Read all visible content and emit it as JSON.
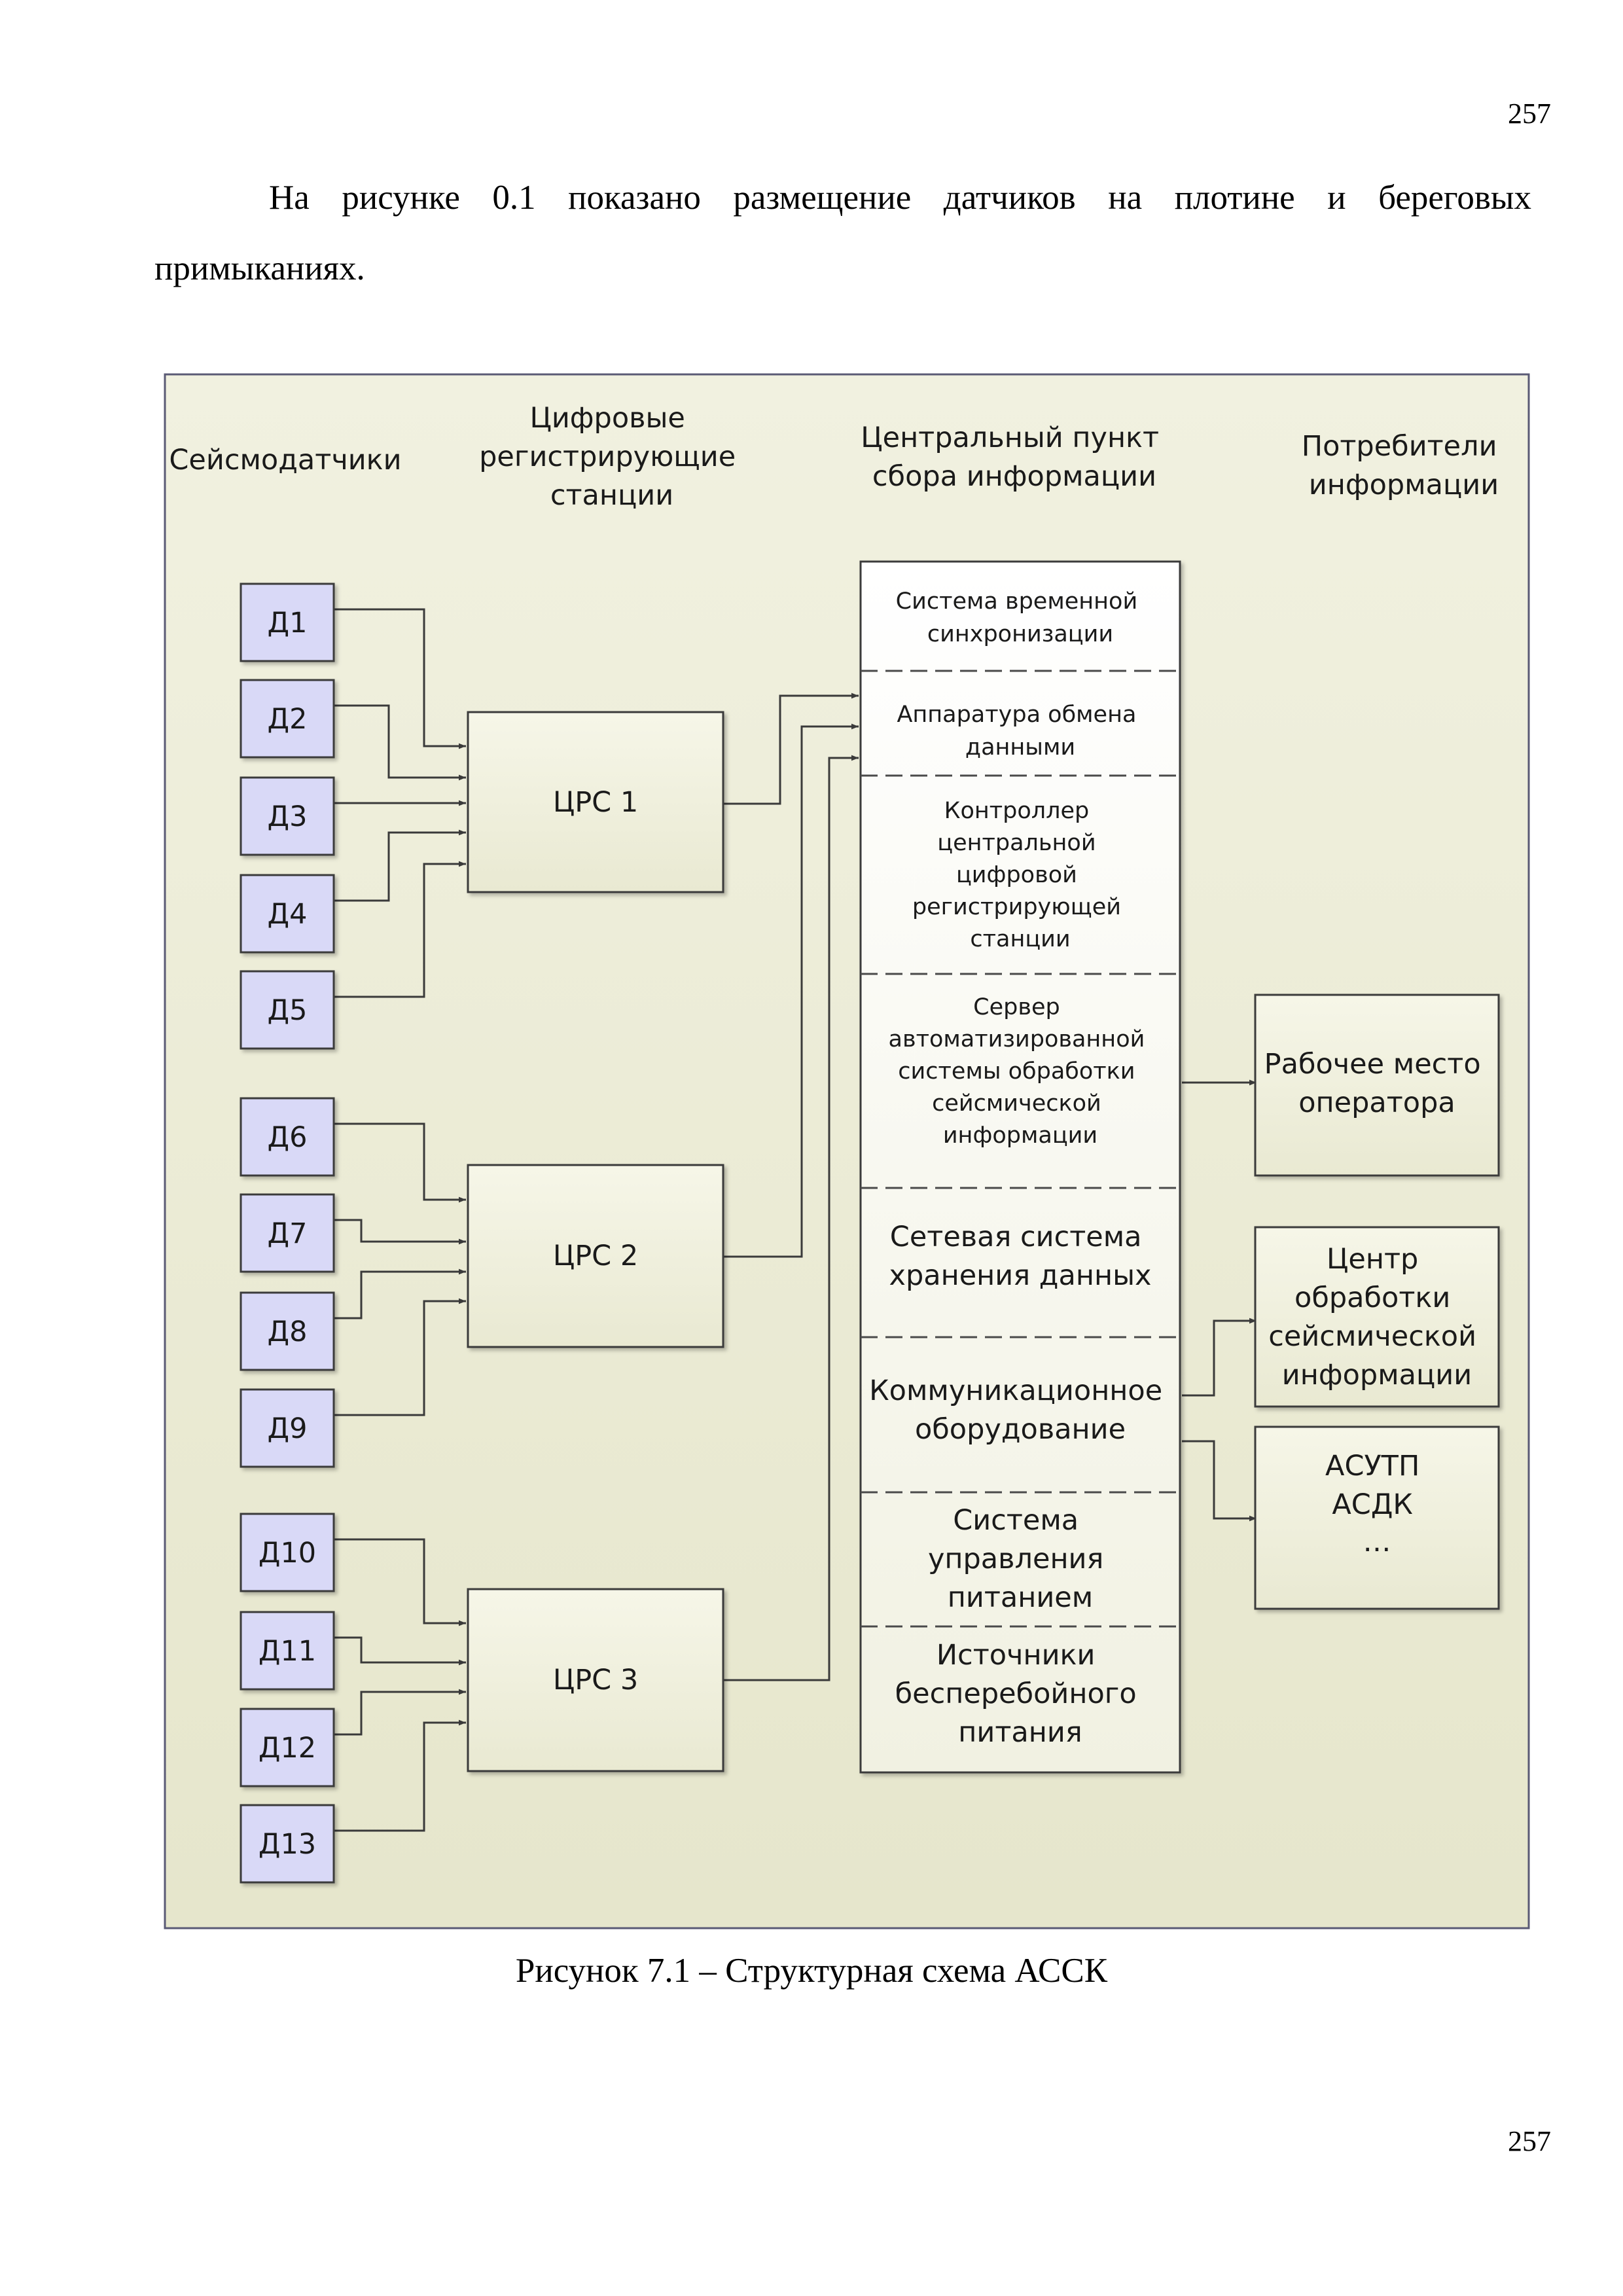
{
  "page_number_top": "257",
  "page_number_bottom": "257",
  "paragraph": "На рисунке 0.1 показано размещение датчиков на плотине и береговых примыканиях.",
  "caption": "Рисунок 7.1 – Структурная схема АССК",
  "diagram": {
    "headers": {
      "sensors": "Сейсмодатчики",
      "stations": [
        "Цифровые",
        "регистрирующие",
        "станции"
      ],
      "center": [
        "Центральный пункт",
        "сбора информации"
      ],
      "consumers": [
        "Потребители",
        "информации"
      ]
    },
    "sensors": [
      "Д1",
      "Д2",
      "Д3",
      "Д4",
      "Д5",
      "Д6",
      "Д7",
      "Д8",
      "Д9",
      "Д10",
      "Д11",
      "Д12",
      "Д13"
    ],
    "stations": [
      "ЦРС 1",
      "ЦРС 2",
      "ЦРС 3"
    ],
    "center_sections": [
      [
        "Система временной",
        "синхронизации"
      ],
      [
        "Аппаратура обмена",
        "данными"
      ],
      [
        "Контроллер",
        "центральной",
        "цифровой",
        "регистрирующей",
        "станции"
      ],
      [
        "Сервер",
        "автоматизированной",
        "системы обработки",
        "сейсмической",
        "информации"
      ],
      [
        "Сетевая система",
        "хранения данных"
      ],
      [
        "Коммуникационное",
        "оборудование"
      ],
      [
        "Система",
        "управления",
        "питанием"
      ],
      [
        "Источники",
        "бесперебойного",
        "питания"
      ]
    ],
    "consumers": [
      [
        "Рабочее место",
        "оператора"
      ],
      [
        "Центр",
        "обработки",
        "сейсмической",
        "информации"
      ],
      [
        "АСУТП",
        "АСДК",
        "…"
      ]
    ]
  }
}
